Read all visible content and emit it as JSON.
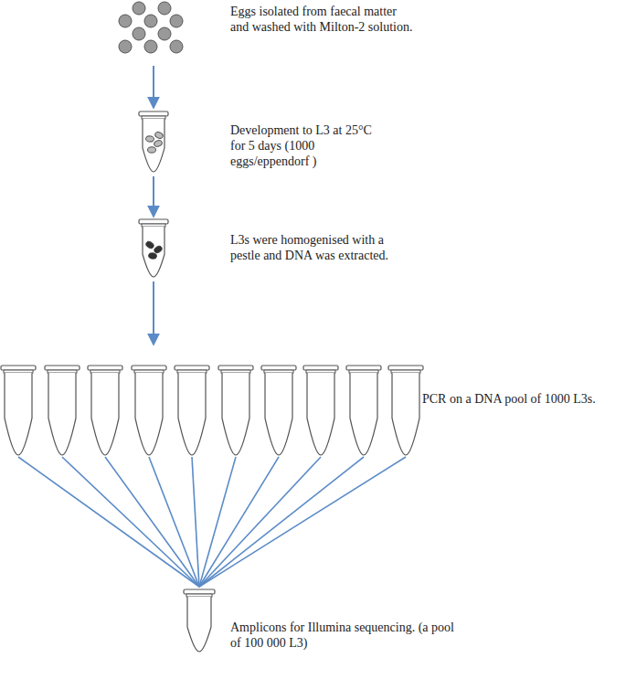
{
  "diagram": {
    "labels": [
      "Eggs isolated from faecal matter and washed with Milton-2 solution.",
      "Development to L3 at 25°C for 5 days (1000 eggs/eppendorf )",
      "L3s were homogenised with a pestle and DNA was extracted.",
      "PCR on a DNA pool of 1000 L3s.",
      "Amplicons for Illumina sequencing. (a pool of 100 000 L3)"
    ]
  }
}
